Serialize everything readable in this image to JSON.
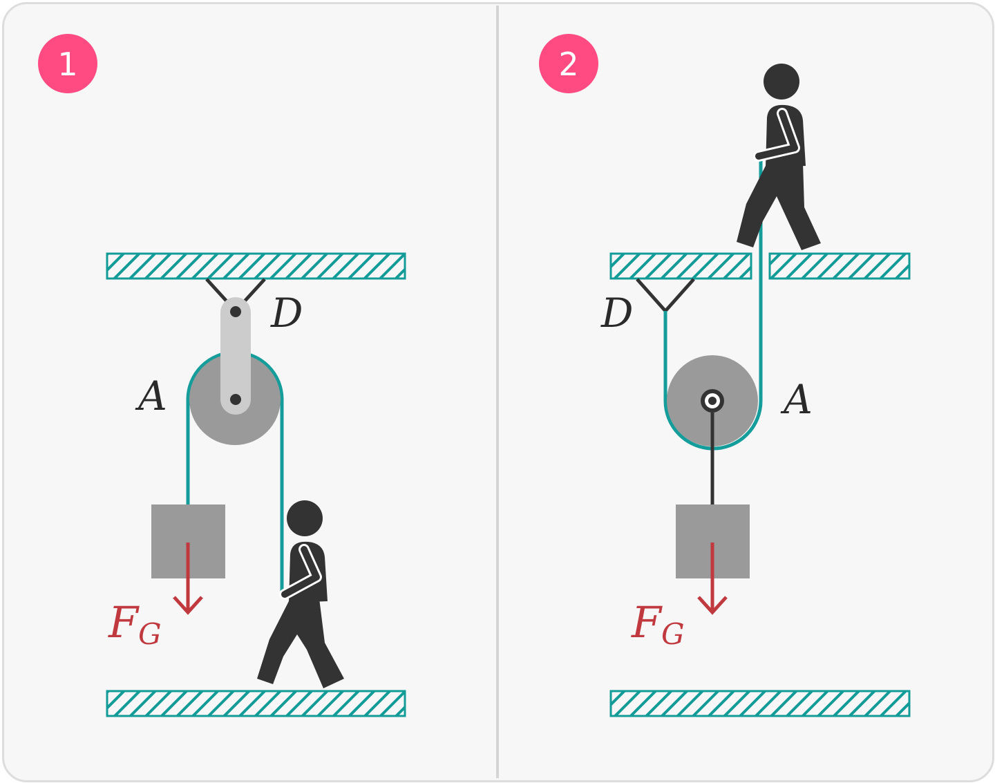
{
  "panels": [
    {
      "badge": "1",
      "labels": {
        "pulley": "A",
        "anchor": "D",
        "force": "F",
        "force_sub": "G"
      }
    },
    {
      "badge": "2",
      "labels": {
        "pulley": "A",
        "anchor": "D",
        "force": "F",
        "force_sub": "G"
      }
    }
  ],
  "colors": {
    "badge": "#ff4b82",
    "rope": "#159d9b",
    "hatch": "#139b98",
    "pulley": "#9a9a9a",
    "load": "#9a9a9a",
    "person": "#333333",
    "force_arrow": "#c0393f",
    "divider": "#d4d4d4"
  }
}
